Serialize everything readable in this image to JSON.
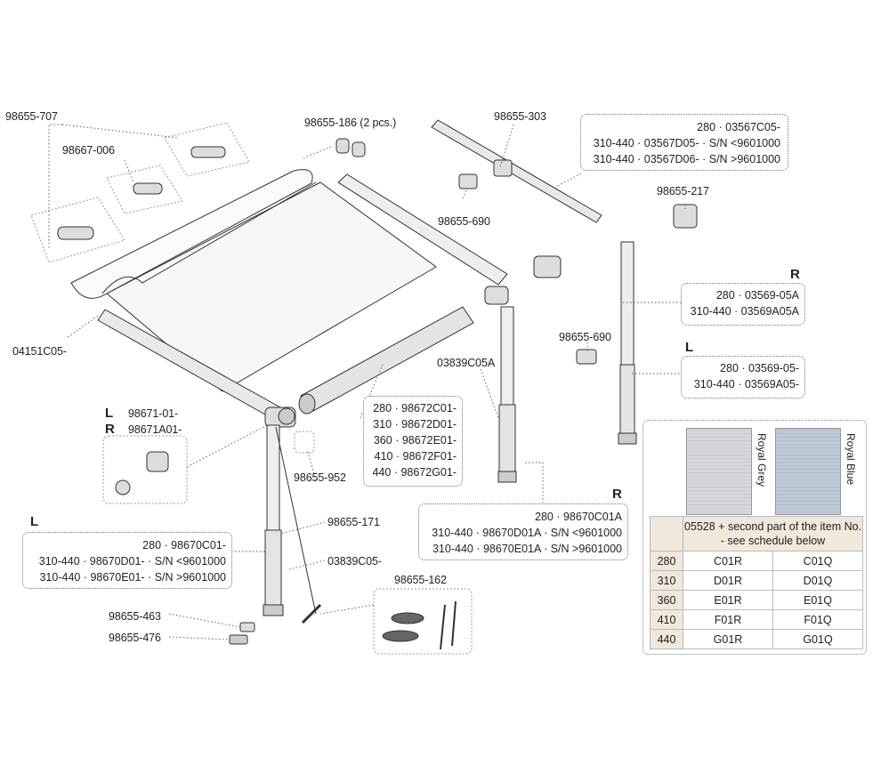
{
  "parts": {
    "p98655_707": "98655-707",
    "p98667_006": "98667-006",
    "p98655_186": "98655-186 (2 pcs.)",
    "p98655_303": "98655-303",
    "p98655_690_top": "98655-690",
    "p98655_217": "98655-217",
    "p98655_690_mid": "98655-690",
    "p04151C05": "04151C05-",
    "p03839C05A": "03839C05A",
    "p98671_L": "98671-01-",
    "p98671_R": "98671A01-",
    "p98655_952": "98655-952",
    "p98655_171": "98655-171",
    "p03839C05": "03839C05-",
    "p98655_162": "98655-162",
    "p98655_463": "98655-463",
    "p98655_476": "98655-476"
  },
  "sides": {
    "left": "L",
    "right": "R"
  },
  "boxes": {
    "arm_top": [
      "280 · 03567C05-",
      "310-440 · 03567D05- · S/N <9601000",
      "310-440 · 03567D06- · S/N >9601000"
    ],
    "leg_r": [
      "280 · 03569-05A",
      "310-440 · 03569A05A"
    ],
    "leg_l": [
      "280 · 03569-05-",
      "310-440 · 03569A05-"
    ],
    "tube": [
      "280 · 98672C01-",
      "310 · 98672D01-",
      "360 · 98672E01-",
      "410 · 98672F01-",
      "440 · 98672G01-"
    ],
    "arm_r": [
      "280 · 98670C01A",
      "310-440 · 98670D01A · S/N <9601000",
      "310-440 · 98670E01A · S/N >9601000"
    ],
    "arm_l": [
      "280 · 98670C01-",
      "310-440 · 98670D01- · S/N <9601000",
      "310-440 · 98670E01- · S/N >9601000"
    ]
  },
  "fabrics": {
    "grey": "Royal Grey",
    "blue": "Royal Blue",
    "header": "05528 + second part of the item No. - see schedule below",
    "rows": [
      {
        "size": "280",
        "grey": "C01R",
        "blue": "C01Q"
      },
      {
        "size": "310",
        "grey": "D01R",
        "blue": "D01Q"
      },
      {
        "size": "360",
        "grey": "E01R",
        "blue": "E01Q"
      },
      {
        "size": "410",
        "grey": "F01R",
        "blue": "F01Q"
      },
      {
        "size": "440",
        "grey": "G01R",
        "blue": "G01Q"
      }
    ]
  }
}
